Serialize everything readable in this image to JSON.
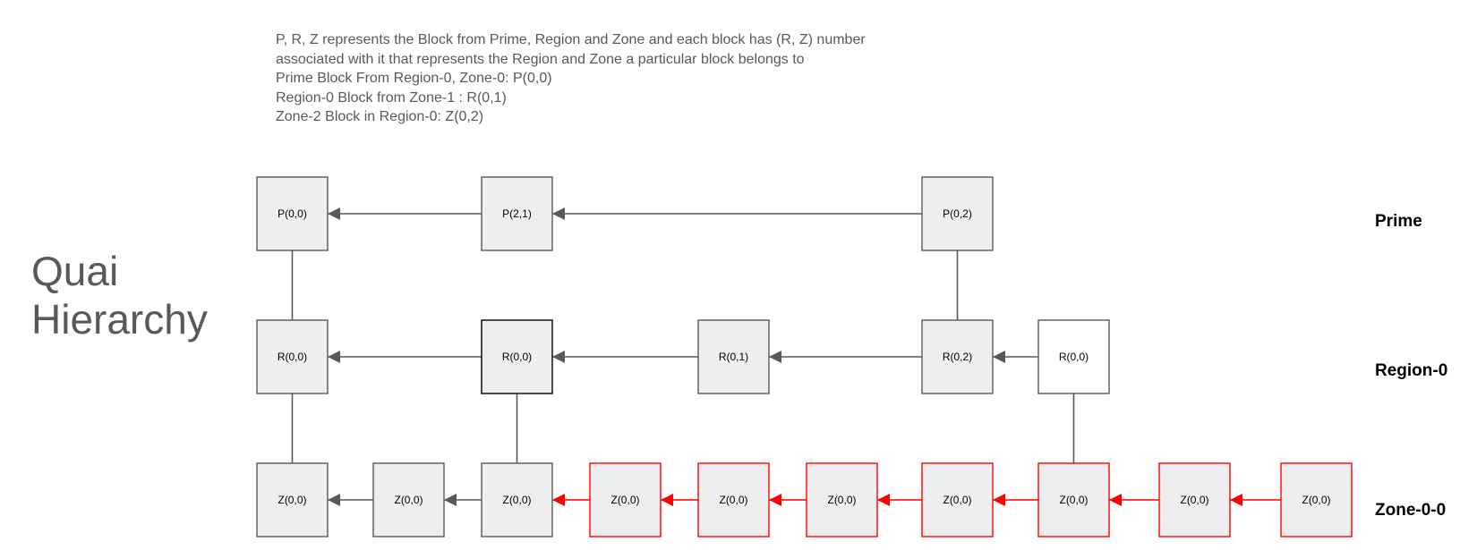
{
  "description": {
    "lines": [
      "P, R, Z represents the Block from Prime, Region and Zone and each block has (R, Z) number",
      "associated with it that represents the Region and Zone a particular block belongs to",
      "Prime Block From Region-0, Zone-0: P(0,0)",
      "Region-0 Block from Zone-1 : R(0,1)",
      "Zone-2 Block in Region-0: Z(0,2)"
    ]
  },
  "title": {
    "line1": "Quai",
    "line2": "Hierarchy"
  },
  "levels": {
    "prime": "Prime",
    "region": "Region-0",
    "zone": "Zone-0-0"
  },
  "colors": {
    "block_fill": "#eeeeee",
    "block_border": "#595959",
    "highlight": "#ff0000",
    "connector": "#595959"
  },
  "blocks": {
    "prime": [
      {
        "label": "P(0,0)",
        "style": "default"
      },
      {
        "label": "P(2,1)",
        "style": "default"
      },
      {
        "label": "P(0,2)",
        "style": "default"
      }
    ],
    "region": [
      {
        "label": "R(0,0)",
        "style": "default"
      },
      {
        "label": "R(0,0)",
        "style": "dark-border"
      },
      {
        "label": "R(0,1)",
        "style": "default"
      },
      {
        "label": "R(0,2)",
        "style": "default"
      },
      {
        "label": "R(0,0)",
        "style": "white"
      }
    ],
    "zone": [
      {
        "label": "Z(0,0)",
        "style": "default"
      },
      {
        "label": "Z(0,0)",
        "style": "default"
      },
      {
        "label": "Z(0,0)",
        "style": "default"
      },
      {
        "label": "Z(0,0)",
        "style": "red"
      },
      {
        "label": "Z(0,0)",
        "style": "red"
      },
      {
        "label": "Z(0,0)",
        "style": "red"
      },
      {
        "label": "Z(0,0)",
        "style": "red"
      },
      {
        "label": "Z(0,0)",
        "style": "red"
      },
      {
        "label": "Z(0,0)",
        "style": "red"
      },
      {
        "label": "Z(0,0)",
        "style": "red"
      }
    ]
  }
}
